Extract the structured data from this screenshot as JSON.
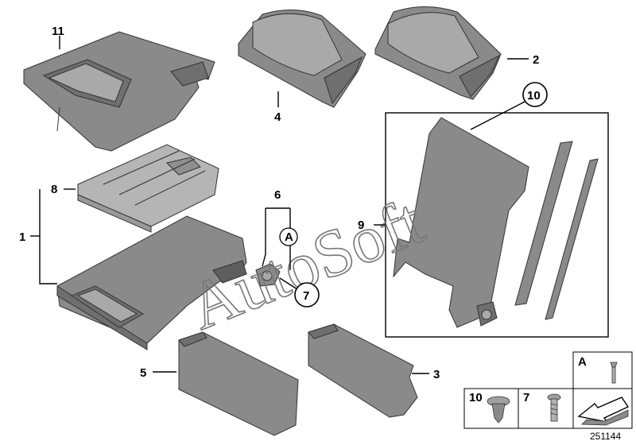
{
  "callouts": {
    "c1": "1",
    "c2": "2",
    "c3": "3",
    "c4": "4",
    "c5": "5",
    "c6": "6",
    "c7": "7",
    "c8": "8",
    "c9": "9",
    "c10": "10",
    "c11": "11",
    "cA": "A"
  },
  "legend": {
    "a_label": "A",
    "ten_label": "10",
    "seven_label": "7"
  },
  "watermark": "AutoSoft",
  "diagram_number": "251144",
  "colors": {
    "part_fill": "#8a8a8a",
    "part_dark": "#6f6f6f",
    "part_light": "#a9a9a9",
    "line": "#000000"
  }
}
